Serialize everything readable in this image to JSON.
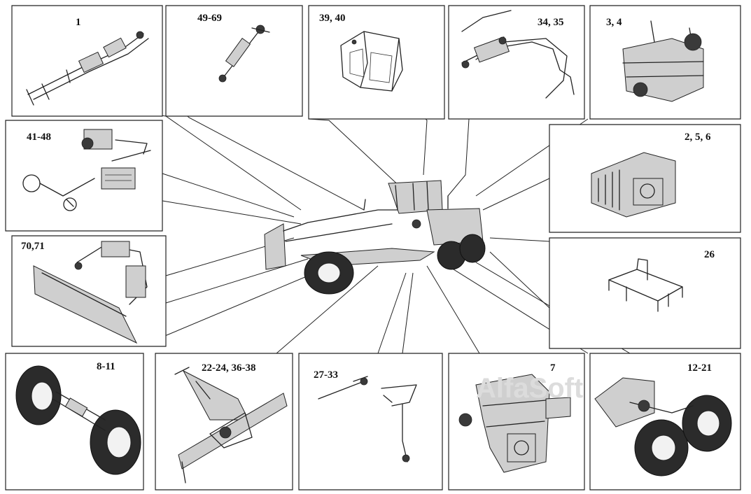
{
  "panels": [
    {
      "id": "p1",
      "label": "1"
    },
    {
      "id": "p2",
      "label": "49-69"
    },
    {
      "id": "p3",
      "label": "39, 40"
    },
    {
      "id": "p4",
      "label": "34, 35"
    },
    {
      "id": "p5",
      "label": "3, 4"
    },
    {
      "id": "p6",
      "label": "41-48"
    },
    {
      "id": "p7",
      "label": "2, 5, 6"
    },
    {
      "id": "p8",
      "label": "70,71"
    },
    {
      "id": "p9",
      "label": "26"
    },
    {
      "id": "p10",
      "label": "8-11"
    },
    {
      "id": "p11",
      "label": "22-24, 36-38"
    },
    {
      "id": "p12",
      "label": "27-33"
    },
    {
      "id": "p13",
      "label": "7"
    },
    {
      "id": "p14",
      "label": "12-21"
    }
  ],
  "watermark": "AlfaSoft"
}
